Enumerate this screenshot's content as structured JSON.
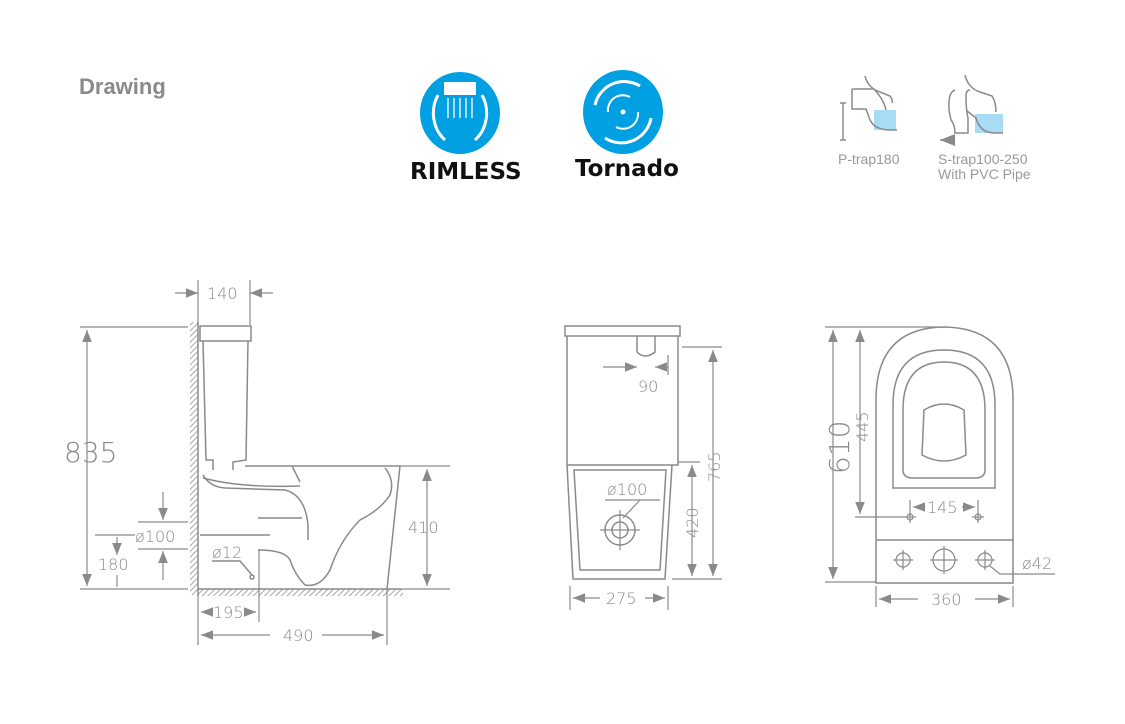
{
  "title": "Drawing",
  "features": [
    {
      "label": "RIMLESS",
      "icon": "rimless-icon"
    },
    {
      "label": "Tornado",
      "icon": "tornado-flush-icon"
    }
  ],
  "traps": [
    {
      "label": "P-trap180",
      "icon": "p-trap-icon"
    },
    {
      "label": "S-trap100-250",
      "sublabel": "With PVC Pipe",
      "icon": "s-trap-icon"
    }
  ],
  "colors": {
    "accent": "#00a0e3",
    "line": "#8a8a8a",
    "water": "#a8dcf5"
  },
  "side_view": {
    "d140": "140",
    "d835": "835",
    "d100": "ø100",
    "d180": "180",
    "d12": "ø12",
    "d410": "410",
    "d195": "195",
    "d490": "490"
  },
  "front_view": {
    "d90": "90",
    "d765": "765",
    "d420": "420",
    "d100": "ø100",
    "d275": "275"
  },
  "top_view": {
    "d610": "610",
    "d445": "445",
    "d145": "145",
    "d360": "360",
    "d42": "ø42"
  }
}
